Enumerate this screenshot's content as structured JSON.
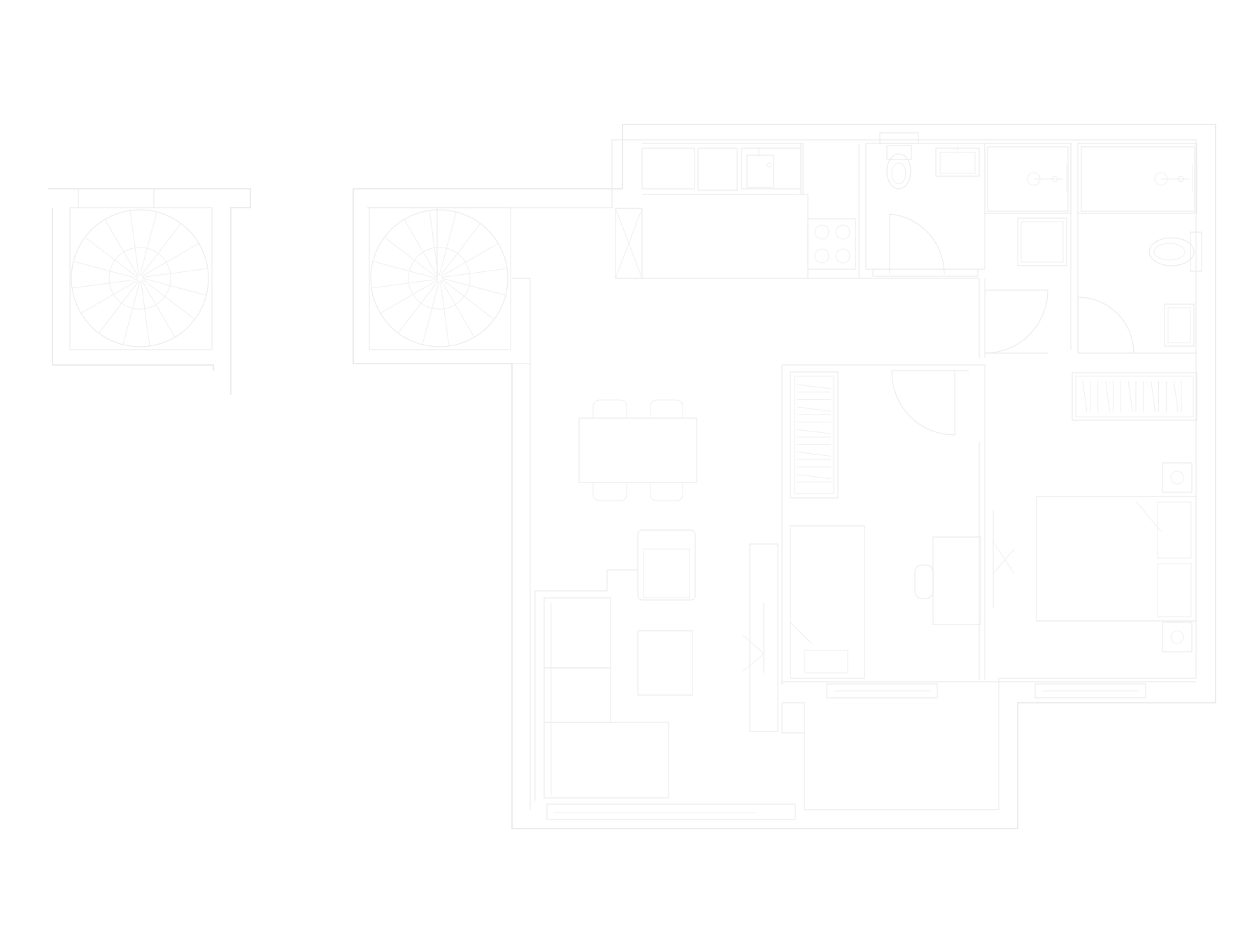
{
  "colors": {
    "background": "#ffffff",
    "line": "#e7e7e7"
  },
  "icons": [
    "spiral-staircase",
    "door-swing",
    "toilet",
    "sink",
    "shower",
    "bed",
    "table",
    "chair",
    "sofa",
    "cooktop",
    "wardrobe",
    "radiator",
    "window"
  ]
}
